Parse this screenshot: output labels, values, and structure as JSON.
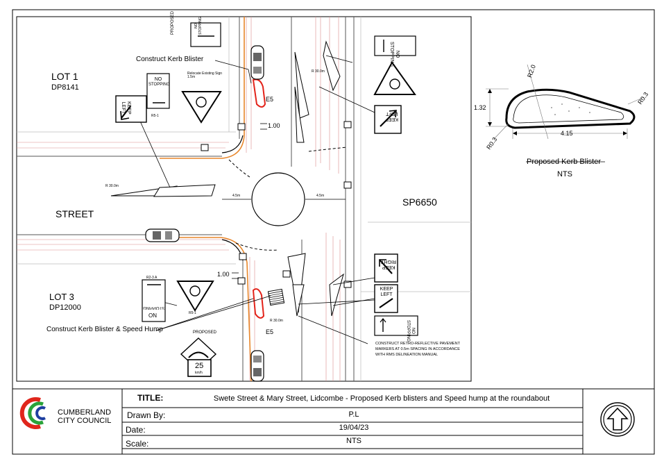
{
  "plan": {
    "lot1": {
      "name": "LOT 1",
      "dp": "DP8141"
    },
    "lot3": {
      "name": "LOT 3",
      "dp": "DP12000"
    },
    "street": "STREET",
    "sp": "SP6650",
    "callout_top": "Construct Kerb Blister",
    "callout_bottom": "Construct Kerb Blister & Speed Hump",
    "relocate_note": "Relocate Existing Sign 1.5m",
    "proposed": "PROPOSED",
    "e5": "E5",
    "dim_100": "1.00",
    "radius_30": "R 30.0m",
    "dim_45": "4.5m",
    "note_lines": [
      "CONSTRUCT RETRO-REFLECTIVE PAVEMENT",
      "MARKERS AT 0.5m SPACING IN ACCORDANCE",
      "WITH RMS DELINEATION MANUAL"
    ],
    "speed": {
      "value": "25",
      "unit": "km/h"
    },
    "signs": {
      "no_stopping": [
        "NO",
        "STOPPING"
      ],
      "keep_left": [
        "KEEP",
        "LEFT"
      ],
      "keep_right": [
        "KEEP",
        "RIGHT"
      ],
      "on": "ON",
      "r_code": "R5-1",
      "r_code2": "R2-3 A"
    }
  },
  "detail": {
    "title": "Proposed Kerb Blister",
    "scale": "NTS",
    "dims": {
      "height": "1.32",
      "length": "4.15",
      "r_top": "R2.0",
      "r_right": "R0.3",
      "r_left": "R0.3"
    }
  },
  "title_block": {
    "org_line1": "CUMBERLAND",
    "org_line2": "CITY COUNCIL",
    "title_label": "TITLE:",
    "title": "Swete Street & Mary Street, Lidcombe - Proposed Kerb blisters and Speed hump at the roundabout",
    "drawn_by_label": "Drawn By:",
    "drawn_by": "P.L",
    "date_label": "Date:",
    "date": "19/04/23",
    "scale_label": "Scale:",
    "scale": "NTS"
  },
  "colors": {
    "kerb_red": "#e32219",
    "kerb_orange": "#e8862a",
    "logo_red": "#e0261c",
    "logo_green": "#2aa33a",
    "logo_blue": "#1e3fa0"
  }
}
